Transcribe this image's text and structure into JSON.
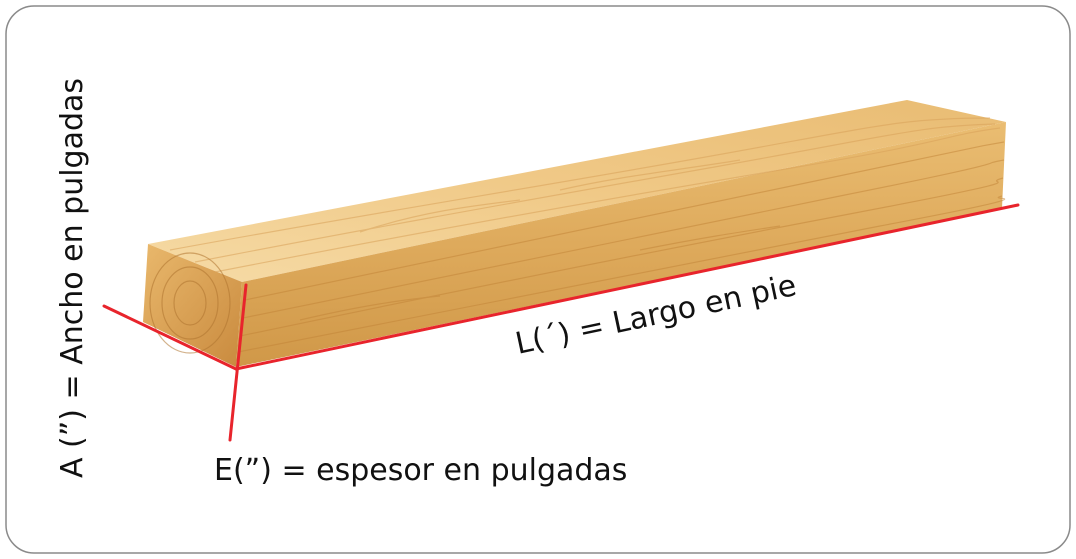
{
  "labels": {
    "width": "A (”) = Ancho en pulgadas",
    "length": "L(´) = Largo en pie",
    "thickness": "E(”) = espesor en pulgadas"
  },
  "colors": {
    "measure_line": "#e8242c",
    "frame_border": "#8a8a8a",
    "wood_light": "#f5d49a",
    "wood_mid": "#e3b26a",
    "wood_dark": "#c98a3e",
    "text": "#111111"
  }
}
